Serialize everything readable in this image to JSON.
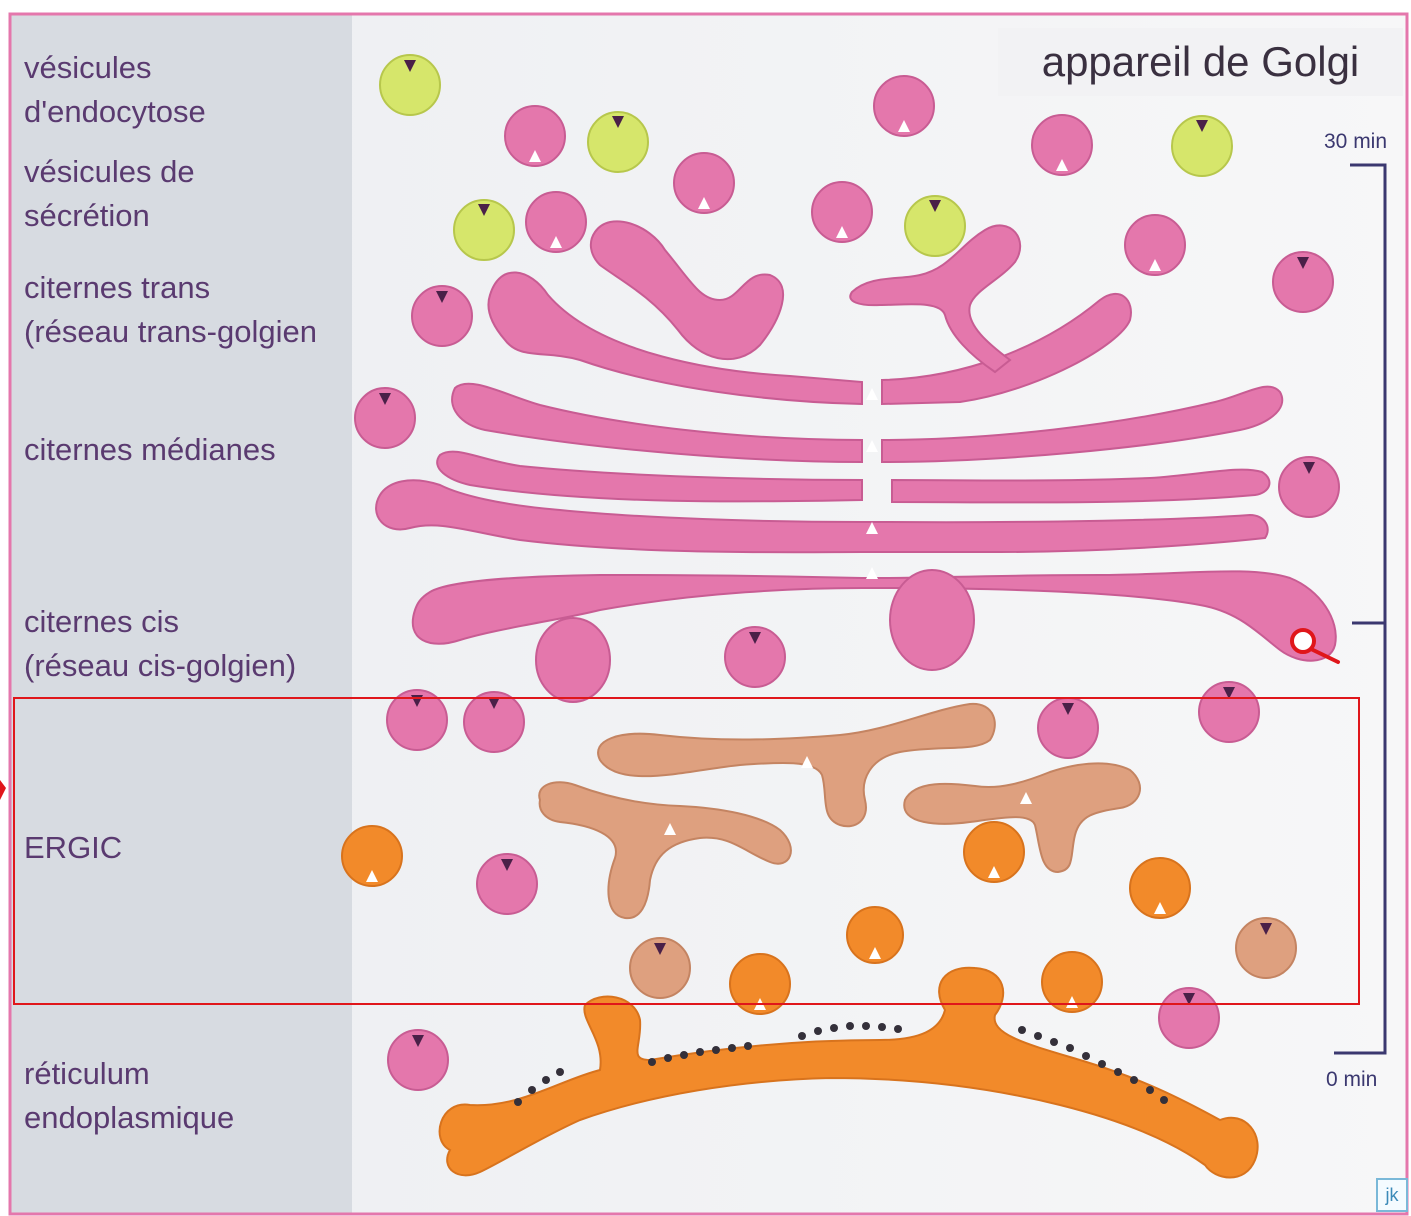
{
  "title": "appareil de Golgi",
  "labels": [
    {
      "id": "endocytose",
      "lines": [
        "vésicules",
        "d'endocytose"
      ]
    },
    {
      "id": "secretion",
      "lines": [
        "vésicules de",
        "sécrétion"
      ]
    },
    {
      "id": "trans",
      "lines": [
        "citernes trans",
        "(réseau trans-golgien"
      ]
    },
    {
      "id": "medianes",
      "lines": [
        "citernes médianes"
      ]
    },
    {
      "id": "cis",
      "lines": [
        "citernes cis",
        "(réseau cis-golgien)"
      ]
    },
    {
      "id": "ergic",
      "lines": [
        "ERGIC"
      ]
    },
    {
      "id": "reticulum",
      "lines": [
        "réticulum",
        "endoplasmique"
      ]
    }
  ],
  "time_scale": {
    "top": "30 min",
    "bottom": "0 min"
  },
  "colors": {
    "golgi": "#e477ac",
    "ergic": "#dea07f",
    "er": "#f28a2a",
    "secretion": "#d6e66b",
    "label_text": "#5a3a70",
    "highlight_box": "#e0161b",
    "scale_bar": "#3b3870"
  },
  "icons": [
    "magnifier-icon",
    "logo-icon"
  ]
}
